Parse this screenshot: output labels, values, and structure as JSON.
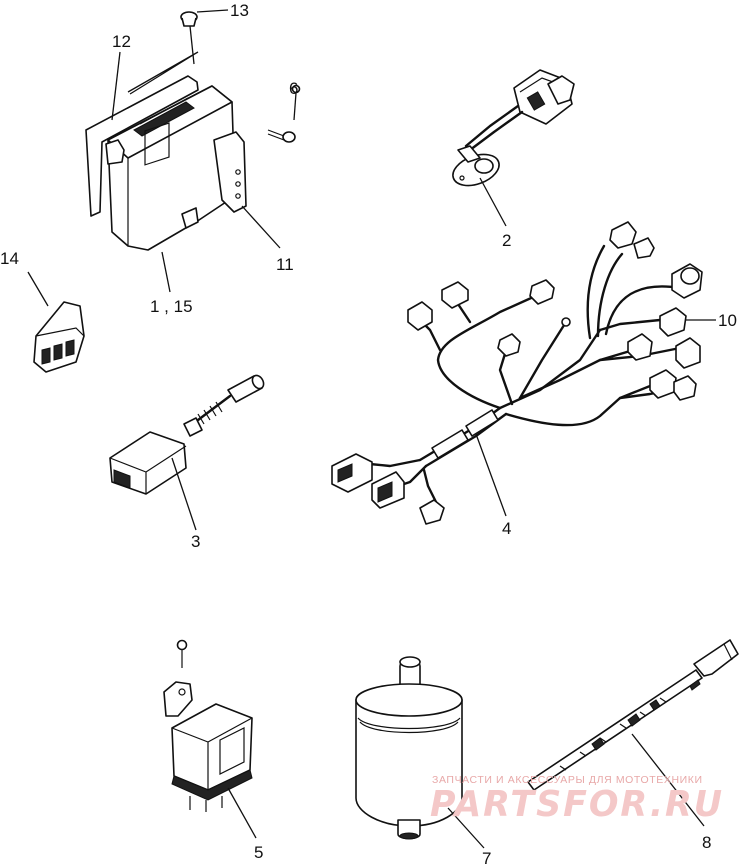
{
  "callouts": {
    "c1_15": "1 , 15",
    "c2": "2",
    "c3": "3",
    "c4": "4",
    "c5": "5",
    "c6": "6",
    "c7": "7",
    "c8": "8",
    "c10": "10",
    "c11": "11",
    "c12": "12",
    "c13": "13",
    "c14": "14"
  },
  "watermark": {
    "caption": "ЗАПЧАСТИ И АКСЕССУАРЫ ДЛЯ МОТОТЕХНИКИ",
    "logo": "PARTSFOR.RU"
  }
}
